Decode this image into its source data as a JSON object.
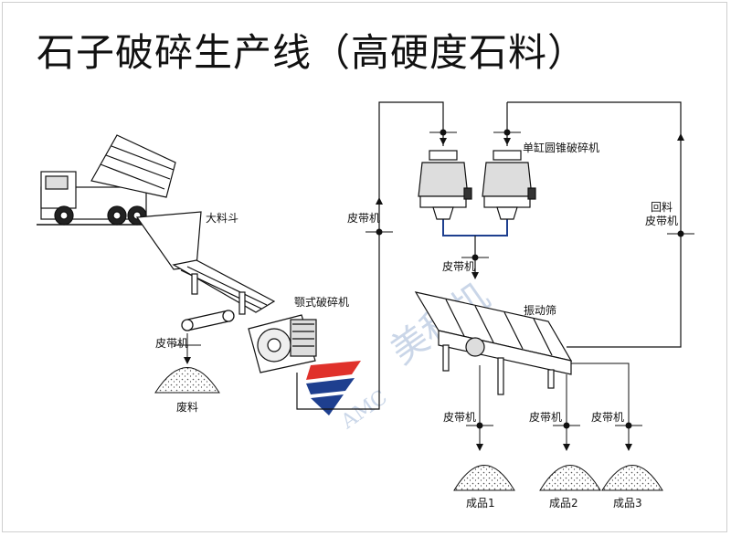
{
  "title": "石子破碎生产线（高硬度石料）",
  "labels": {
    "hopper": "大料斗",
    "jaw_crusher": "颚式破碎机",
    "cone_crusher": "单缸圆锥破碎机",
    "belt_left": "皮带机",
    "belt_up": "皮带机",
    "belt_mid": "皮带机",
    "return_belt_line1": "回料",
    "return_belt_line2": "皮带机",
    "vibrating_screen": "振动筛",
    "belt_out1": "皮带机",
    "belt_out2": "皮带机",
    "belt_out3": "皮带机",
    "waste": "废料",
    "product1": "成品1",
    "product2": "成品2",
    "product3": "成品3"
  },
  "watermark": {
    "logo_text": "AMC",
    "brand_text": "美科机"
  },
  "colors": {
    "line": "#111111",
    "logo_red": "#e0312b",
    "logo_blue": "#1e3f8f",
    "watermark": "#9fb6d6"
  }
}
